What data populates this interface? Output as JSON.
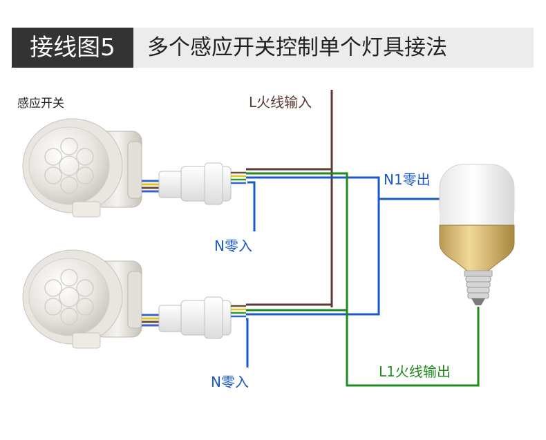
{
  "header": {
    "tag": "接线图5",
    "title": "多个感应开关控制单个灯具接法"
  },
  "labels": {
    "sensor": "感应开关",
    "live_in": "L火线输入",
    "neutral_out": "N1零出",
    "neutral_in_top": "N零入",
    "neutral_in_bottom": "N零入",
    "live_out": "L1火线输出"
  },
  "colors": {
    "brown": "#5a3a33",
    "blue": "#1a57c7",
    "green": "#1f8a1f",
    "header_tag_bg": "#333333",
    "header_bg": "#ececec"
  }
}
